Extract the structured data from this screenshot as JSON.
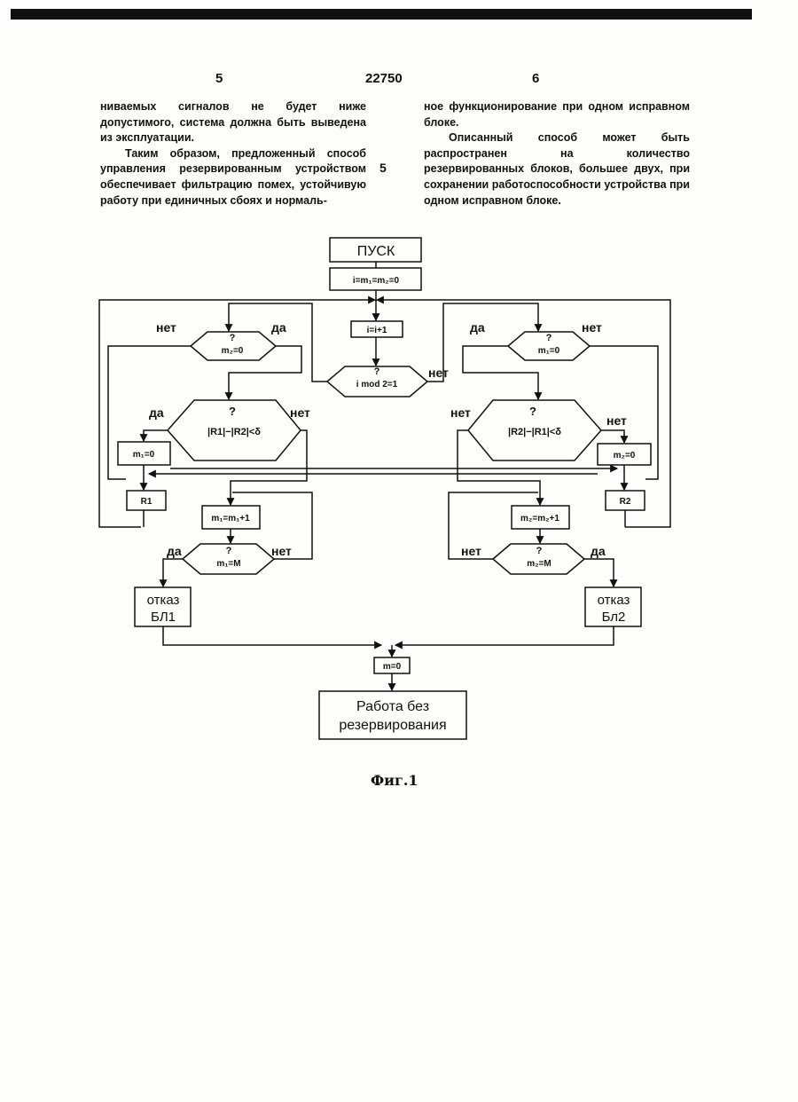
{
  "header": {
    "page_left": "5",
    "patent_number": "22750",
    "page_right": "6"
  },
  "column_left": [
    "ниваемых сигналов не будет ниже допустимого, система должна быть выведена из эксплуатации.",
    "Таким образом, предложенный способ управления резервированным устройством обеспечивает фильтрацию помех, устойчивую работу при единичных сбоях и нормаль-"
  ],
  "column_right": [
    "ное функционирование при одном исправном блоке.",
    "Описанный способ может быть распространен на количество резервированных блоков, большее двух, при сохранении работоспособности устройства при одном исправном блоке."
  ],
  "line_marker": "5",
  "flowchart": {
    "start": "ПУСК",
    "init": "i=m₁=m₂=0",
    "increment": "i=i+1",
    "mod_check": "i mod 2=1",
    "q": "?",
    "yes": "да",
    "no": "нет",
    "m2_zero_check": "m₂=0",
    "m1_zero_check": "m₁=0",
    "diff_left": "|R1|−|R2|<δ",
    "diff_right": "|R2|−|R1|<δ",
    "m1_reset": "m₁=0",
    "m2_reset": "m₂=0",
    "r1": "R1",
    "r2": "R2",
    "m1_inc": "m₁=m₁+1",
    "m2_inc": "m₂=m₂+1",
    "m1_limit": "m₁=M",
    "m2_limit": "m₂=M",
    "fail_b1_line1": "отказ",
    "fail_b1_line2": "БЛ1",
    "fail_b2_line1": "отказ",
    "fail_b2_line2": "Бл2",
    "m_reset": "m=0",
    "end_line1": "Работа без",
    "end_line2": "резервирования"
  },
  "figure_caption": "Фиг.1"
}
